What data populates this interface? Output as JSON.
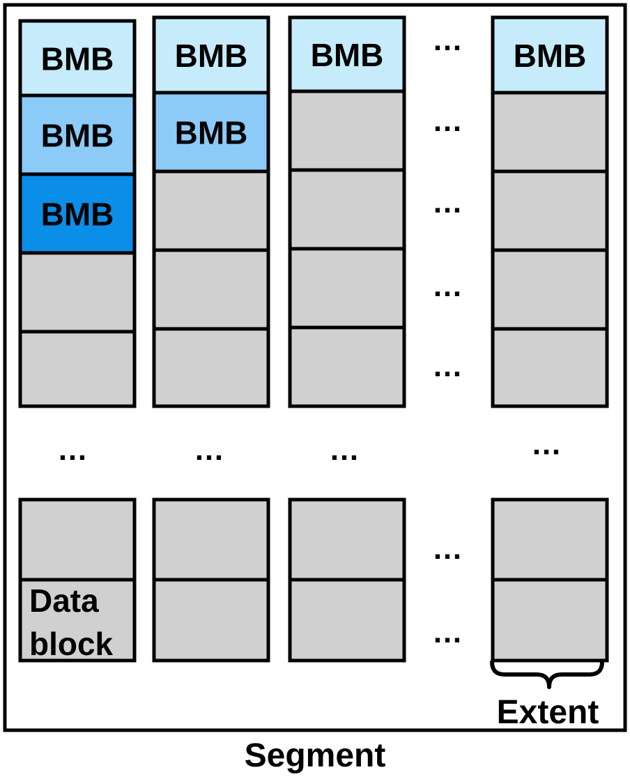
{
  "segment_label": "Segment",
  "extent_label": "Extent",
  "bmb_label": "BMB",
  "data_block_label": {
    "line1": "Data",
    "line2": "block"
  },
  "ellipsis": "…",
  "colors": {
    "bmb_light": "#c6ebfb",
    "bmb_medium": "#8ccbf7",
    "bmb_dark": "#0b8ee8",
    "data_block": "#d0d0d0",
    "border": "#000000",
    "background": "#ffffff"
  },
  "columns": [
    {
      "name": "column-1",
      "bmb_levels": [
        "light",
        "medium",
        "dark"
      ]
    },
    {
      "name": "column-2",
      "bmb_levels": [
        "light",
        "medium"
      ]
    },
    {
      "name": "column-3",
      "bmb_levels": [
        "light"
      ]
    },
    {
      "name": "column-last",
      "bmb_levels": [
        "light"
      ]
    }
  ]
}
